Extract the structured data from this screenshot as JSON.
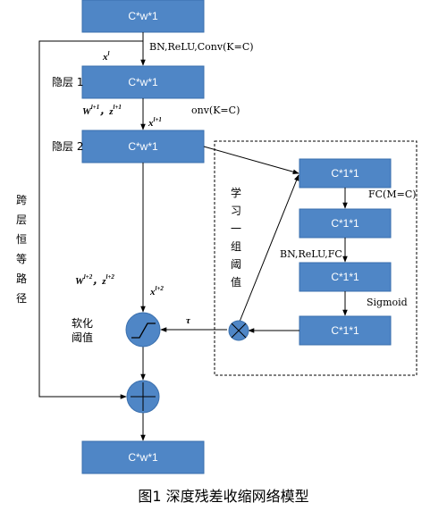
{
  "boxes": {
    "top": "C*w*1",
    "hidden1": "C*w*1",
    "hidden2": "C*w*1",
    "output": "C*w*1",
    "s1": "C*1*1",
    "s2": "C*1*1",
    "s3": "C*1*1",
    "s4": "C*1*1"
  },
  "labels": {
    "bn_conv_1": "BN,ReLU,Conv(K=C)",
    "bn_conv_2": "onv(K=C)",
    "hidden1": "隐层 1",
    "hidden2": "隐层 2",
    "x_l": "x",
    "x_l_sup": "l",
    "w1": "W",
    "w1_sup": "l+1",
    "z1": "z",
    "z1_sup": "l+1",
    "x1": "x",
    "x1_sup": "l+1",
    "w2": "W",
    "w2_sup": "l+2",
    "z2": "z",
    "z2_sup": "l+2",
    "x2": "x",
    "x2_sup": "l+2",
    "comma": "，",
    "skip_path": [
      "跨",
      "层",
      "恒",
      "等",
      "路",
      "径"
    ],
    "learn_threshold": [
      "学",
      "习",
      "一",
      "组",
      "阈",
      "值"
    ],
    "fc_m": "FC(M=C)",
    "bn_relu_fc": "BN,ReLU,FC",
    "sigmoid": "Sigmoid",
    "tau": "τ",
    "soft_thresh_1": "软化",
    "soft_thresh_2": "阈值"
  },
  "caption": "图1    深度残差收缩网络模型",
  "colors": {
    "box": "#4f86c6",
    "box_border": "#3a6fad"
  }
}
